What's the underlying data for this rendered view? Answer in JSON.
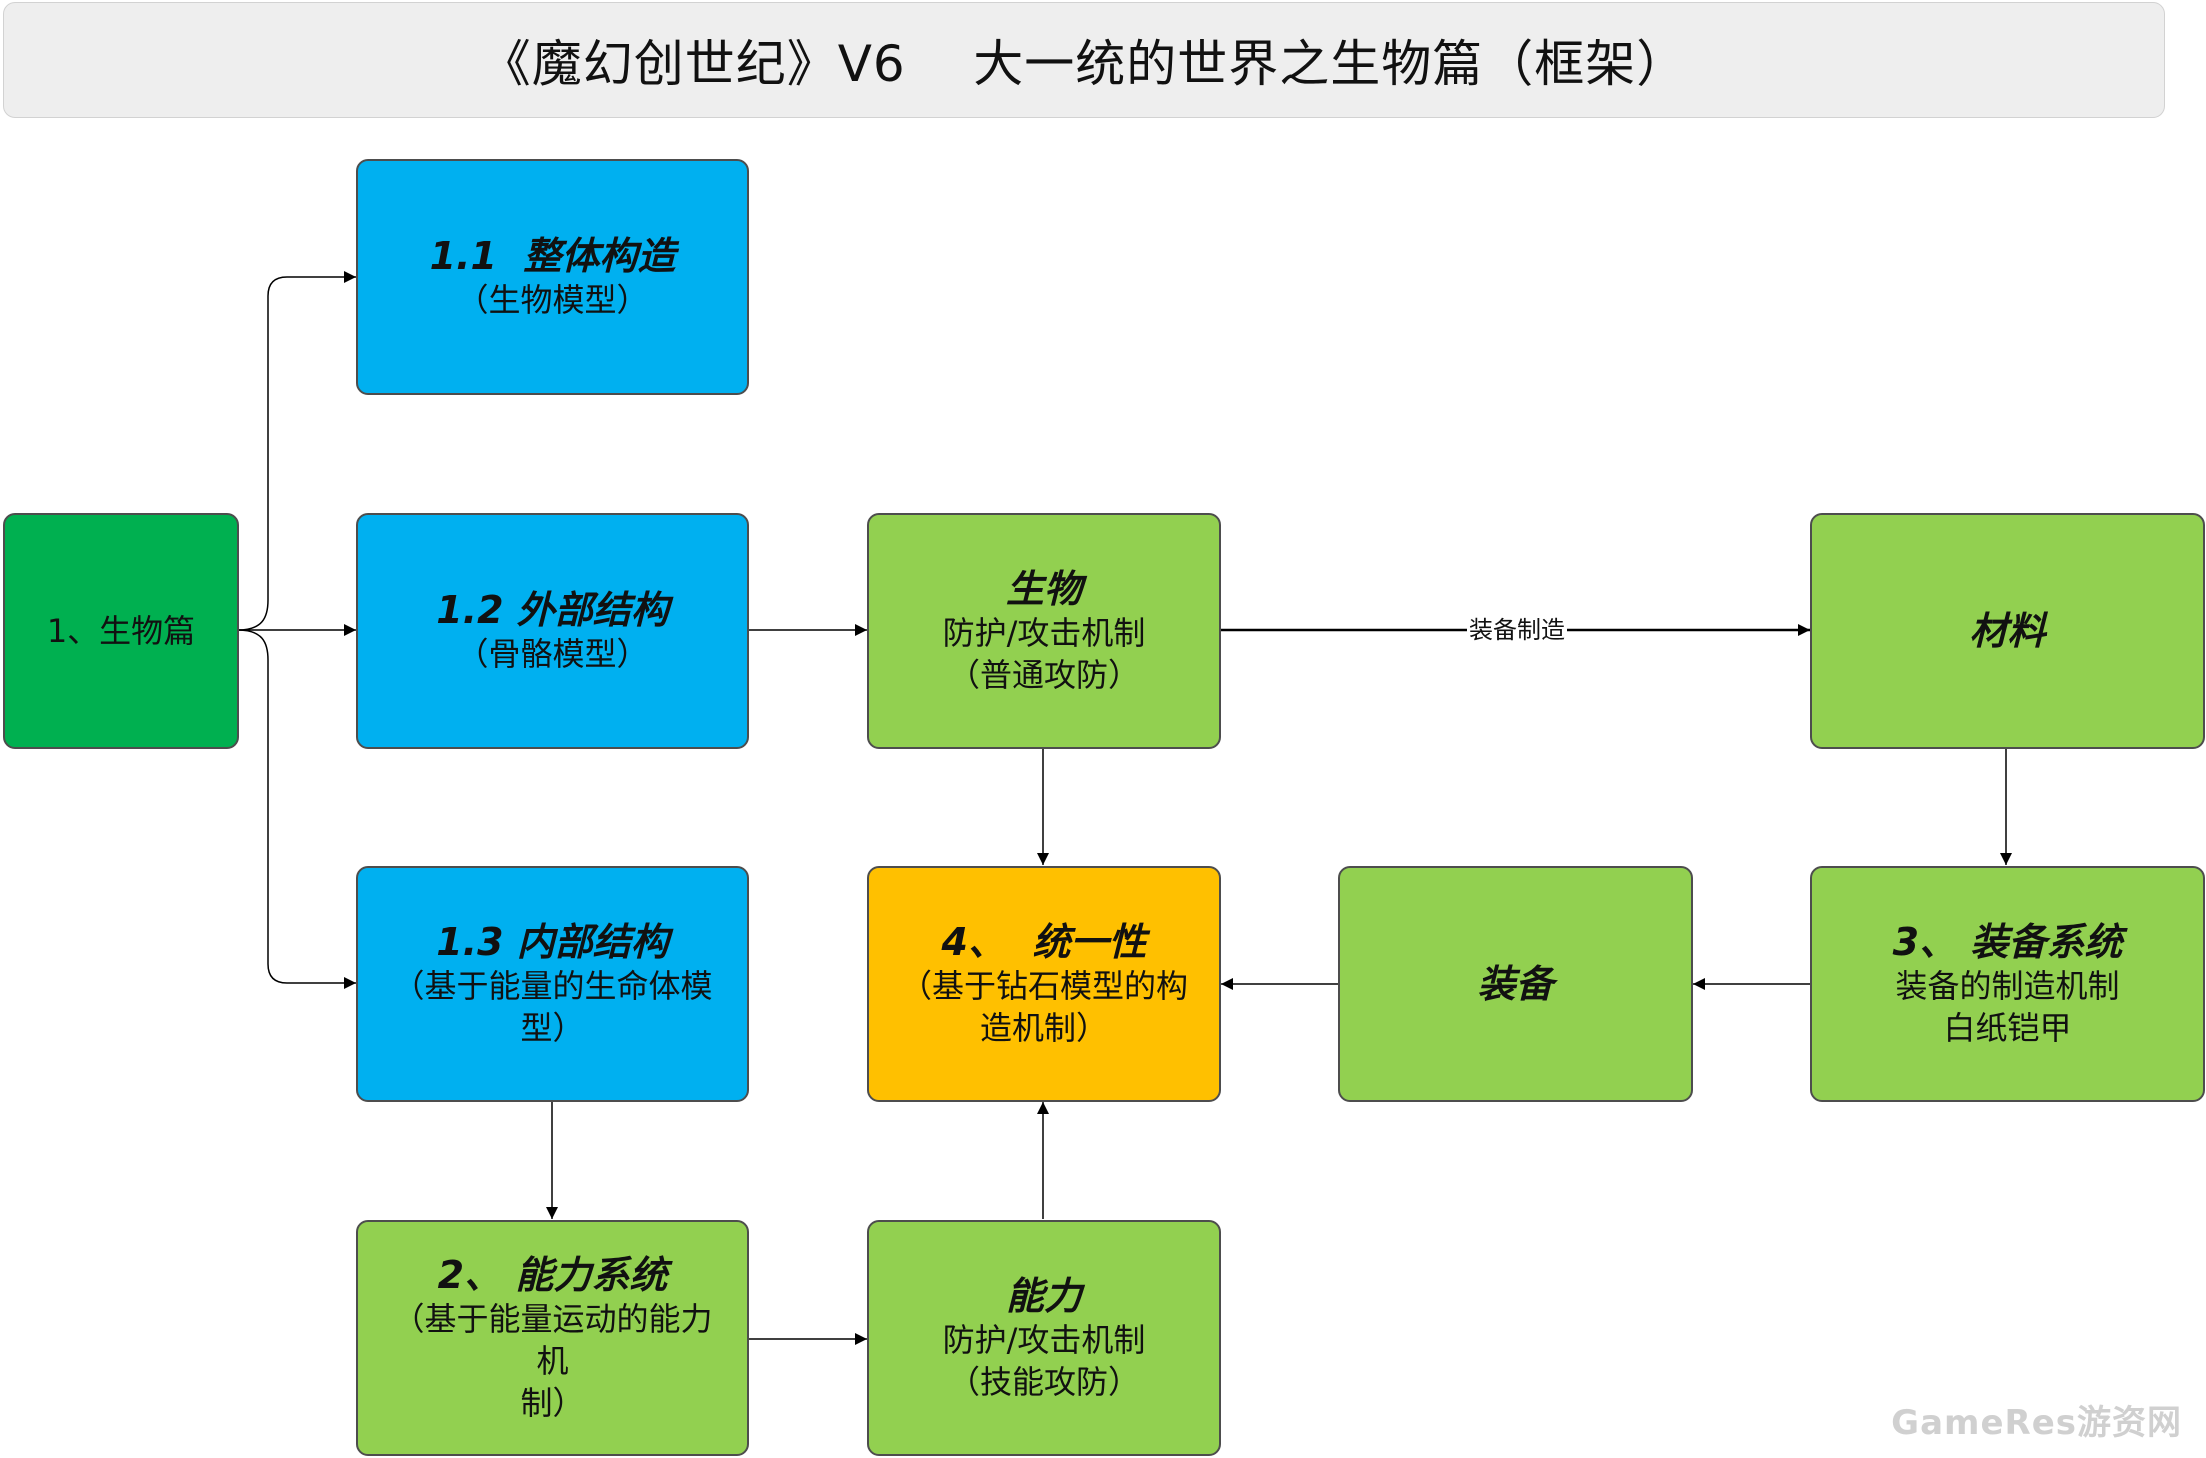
{
  "title": "《魔幻创世纪》V6    大一统的世界之生物篇（框架）",
  "nodes": {
    "root": {
      "label": "1、生物篇"
    },
    "n11": {
      "heading": "1.1  整体构造",
      "lines": [
        "（生物模型）"
      ]
    },
    "n12": {
      "heading": "1.2 外部结构",
      "lines": [
        "（骨骼模型）"
      ]
    },
    "n13": {
      "heading": "1.3 内部结构",
      "lines": [
        "（基于能量的生命体模",
        "型）"
      ]
    },
    "n2": {
      "heading": "2、 能力系统",
      "lines": [
        "（基于能量运动的能力机",
        "制）"
      ]
    },
    "creature": {
      "heading": "生物",
      "lines": [
        "防护/攻击机制",
        "（普通攻防）"
      ]
    },
    "ability": {
      "heading": "能力",
      "lines": [
        "防护/攻击机制",
        "（技能攻防）"
      ]
    },
    "unity": {
      "heading": "4、  统一性",
      "lines": [
        "（基于钻石模型的构",
        "造机制）"
      ]
    },
    "material": {
      "heading": "材料"
    },
    "equipment": {
      "heading": "装备"
    },
    "n3": {
      "heading": "3、 装备系统",
      "lines": [
        "装备的制造机制",
        "白纸铠甲"
      ]
    }
  },
  "edge_labels": {
    "creature_to_material": "装备制造"
  },
  "watermark": "GameRes游资网",
  "colors": {
    "blue": "#00b0f0",
    "green": "#92d050",
    "dark_green": "#00b050",
    "orange": "#ffc000",
    "title_bg": "#eeeeee"
  }
}
